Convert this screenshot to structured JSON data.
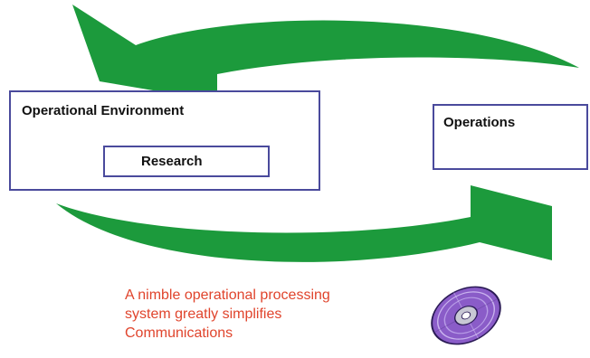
{
  "boxes": {
    "operational_environment": "Operational Environment",
    "research": "Research",
    "operations": "Operations"
  },
  "caption": {
    "line1": "A nimble operational processing",
    "line2": "system greatly simplifies",
    "line3": "Communications"
  },
  "icons": {
    "arrows": "cycle-arrows-icon",
    "disc": "cd-disc-icon"
  },
  "colors": {
    "arrow": "#1c9a3c",
    "box_border": "#4a4a9c",
    "caption": "#e0442c",
    "disc": "#8a5cc8"
  }
}
